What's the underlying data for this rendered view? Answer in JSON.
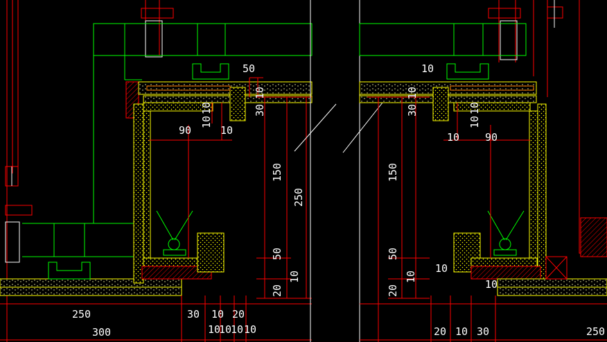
{
  "colors": {
    "background": "#000000",
    "green": "#00ff00",
    "red": "#ff0000",
    "yellow": "#ffff00",
    "white": "#ffffff",
    "orange": "#ff8000",
    "dimension_text": "#ffffff"
  },
  "left_view": {
    "top": {
      "d50": "50",
      "d30": "30",
      "d10a": "10",
      "d10b": "10",
      "d10c": "10",
      "d90": "90",
      "d10d": "10"
    },
    "right": {
      "d150": "150",
      "d250": "250",
      "d50": "50",
      "d10": "10",
      "d20": "20"
    },
    "bottom": {
      "d250": "250",
      "d300": "300",
      "d30": "30",
      "d10a": "10",
      "d10b": "10",
      "d20": "20",
      "d10c": "10",
      "d10d": "10",
      "d10e": "10"
    }
  },
  "right_view": {
    "top": {
      "d10a": "10",
      "d10b": "10",
      "d30": "30",
      "d10c": "10",
      "d10d": "10",
      "d10e": "10",
      "d90": "90"
    },
    "left": {
      "d150": "150",
      "d50": "50",
      "d10": "10",
      "d20": "20",
      "d10b": "10"
    },
    "bottom": {
      "d20": "20",
      "d10a": "10",
      "d30": "30",
      "d250": "250",
      "d10b": "10"
    }
  }
}
